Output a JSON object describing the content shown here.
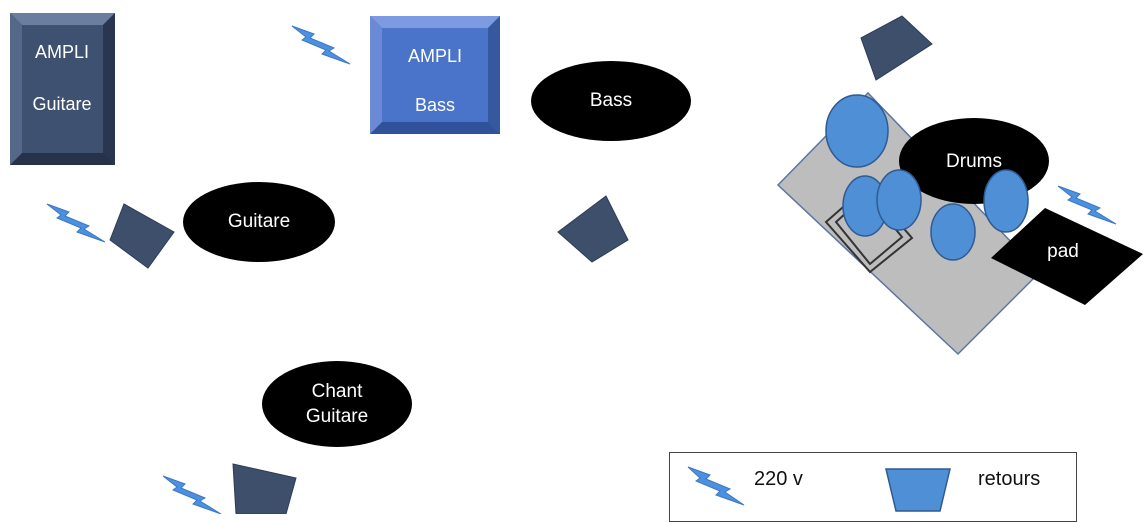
{
  "colors": {
    "amp_dark": "#3f5170",
    "amp_blue": "#4a74c9",
    "monitor": "#3e4f6c",
    "musician": "#000000",
    "drum_riser": "#bdbdbd",
    "drum_border": "#5a74a2",
    "drum": "#4f8fd6",
    "bolt": "#4d90df"
  },
  "amps": {
    "guitar": {
      "line1": "AMPLI",
      "line2": "Guitare"
    },
    "bass": {
      "line1": "AMPLI",
      "line2": "Bass"
    }
  },
  "musicians": {
    "bass": "Bass",
    "guitar": "Guitare",
    "drums": "Drums",
    "vocal_line1": "Chant",
    "vocal_line2": "Guitare"
  },
  "pad": "pad",
  "legend": {
    "power": {
      "label": "220 v",
      "icon": "lightning-icon"
    },
    "monitor": {
      "label": "retours",
      "icon": "monitor-wedge-icon"
    }
  }
}
